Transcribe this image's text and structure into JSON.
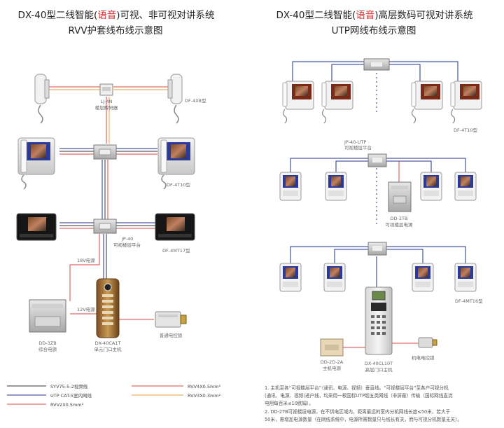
{
  "left": {
    "title_line1_a": "DX-40型二线智能(",
    "title_line1_red": "语音",
    "title_line1_b": ")可视、非可视对讲系统",
    "title_line2": "RVV护套线布线示意图",
    "labels": {
      "lj4n": "LJ-4N",
      "lj4n_sub": "楼层解码器",
      "df4x8": "DF-4X8型",
      "df4t10": "DF-4T10型",
      "jp40": "JP-40",
      "jp40_sub": "可视楼层平台",
      "df4mt17": "DF-4MT17型",
      "v18": "18V电源",
      "v12": "12V电源",
      "dd3zb": "DD-3ZB",
      "dd3zb_sub": "综合电源",
      "unit": "DX-40CA1T",
      "unit_sub": "单元门口主机",
      "lock": "普通电控锁"
    },
    "legend": [
      {
        "text": "SYV75-5-2视频线",
        "color": "#333333"
      },
      {
        "text": "UTP CAT-5室内网线",
        "color": "#1f2f8a"
      },
      {
        "text": "RVV2X0.5mm²",
        "color": "#d9463c"
      },
      {
        "text": "RVV4X0.5mm²",
        "color": "#d9463c"
      },
      {
        "text": "RVV3X0.3mm²",
        "color": "#e0a040"
      }
    ]
  },
  "right": {
    "title_line1_a": "DX-40型二线智能(",
    "title_line1_red": "语音",
    "title_line1_b": ")高层数码可视对讲系统",
    "title_line2": "UTP网线布线示意图",
    "labels": {
      "df4t10": "DF-4T10型",
      "jp40utp": "JP-40-UTP",
      "jp40utp_sub": "可视楼层平台",
      "dd2tb": "DD-2TB",
      "dd2tb_sub": "可视楼层电源",
      "df4mt16": "DF-4MT16型",
      "dd2d2a": "DD-2D-2A",
      "dd2d2a_sub": "主机电源",
      "unit": "DX-40CL10T",
      "unit_sub": "高层门口主机",
      "lock": "机电电控锁"
    },
    "notes": [
      "1. 主机至各“可视楼层平台”（通讯、电源、视频）垂直线。“可视楼层平台”至各户可视分机",
      "   (通讯、电源、视频)进户线，均采用一根国标UTP超五类网线（非屏蔽）传输（国标网线直流",
      "   电阻每百米≤10欧姆）。",
      "2. DD-2TB可视楼层电源，在不供电区域内，距离最远的室内分机网线长度≤50米，若大于",
      "   50米，需增加电源数量（在网线系统中，电源所需数量只与线长有关，而与可视分机数量无关）。"
    ]
  }
}
